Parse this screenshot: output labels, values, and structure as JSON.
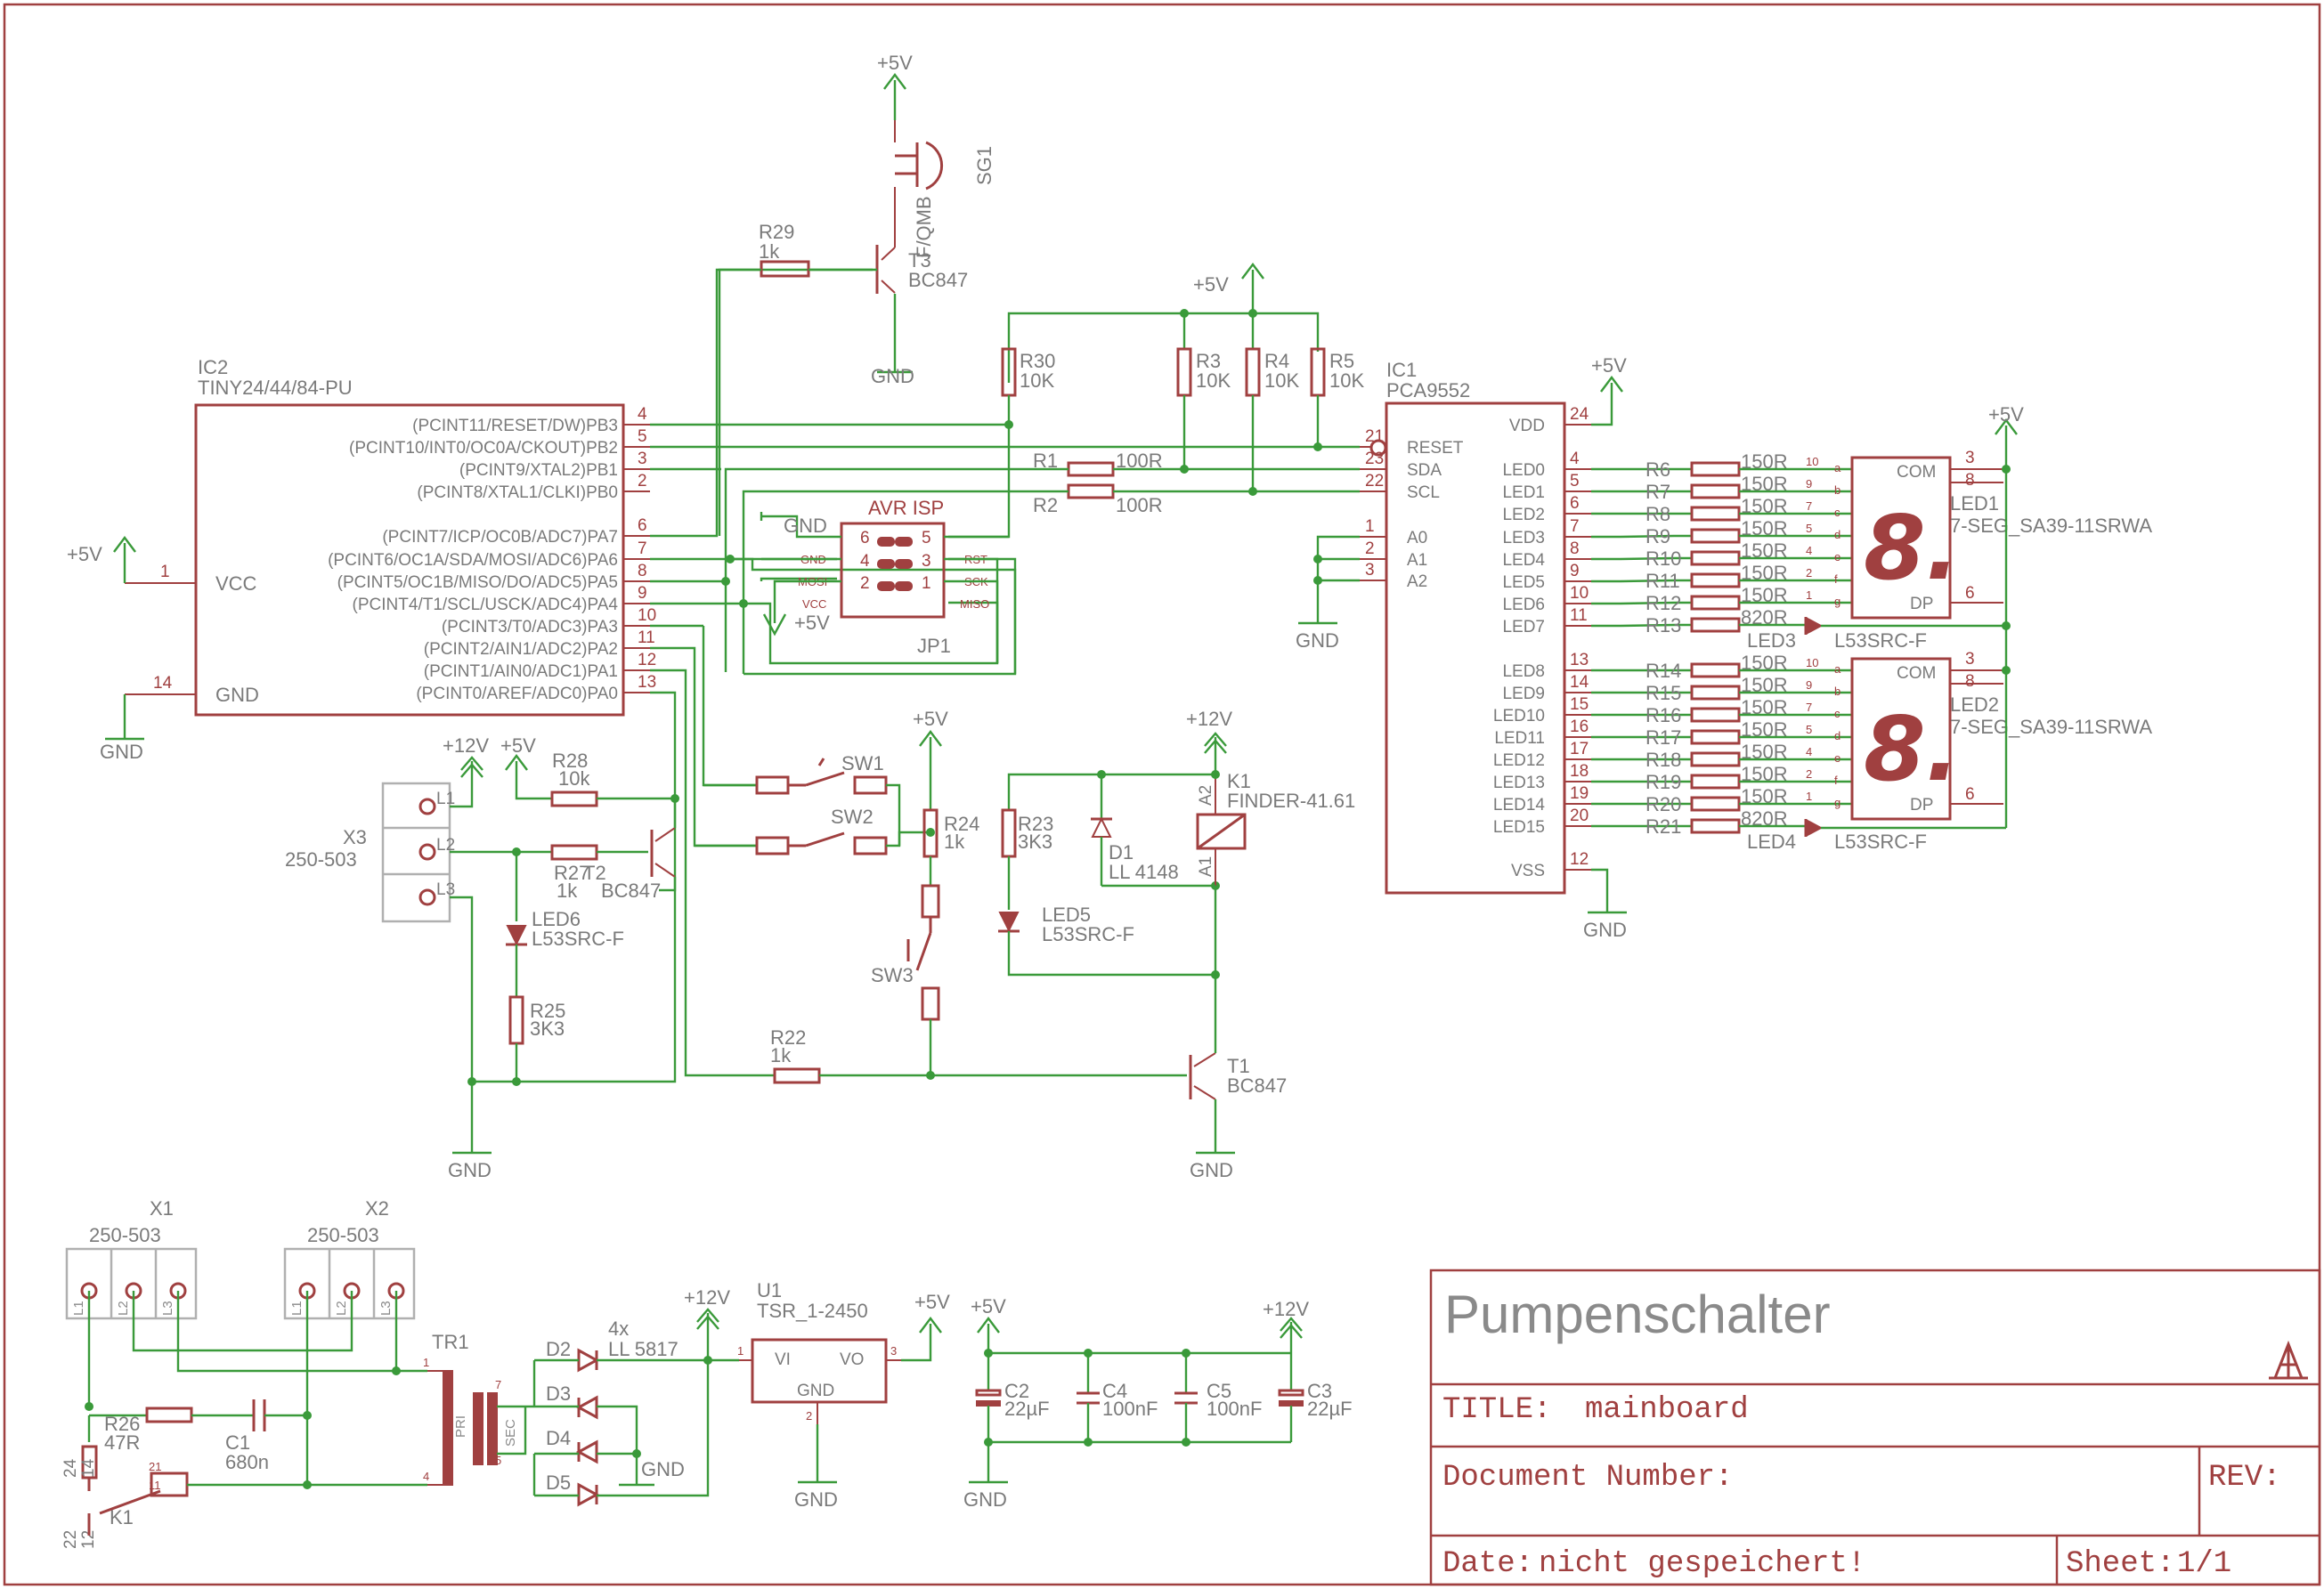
{
  "title_block": {
    "project": "Pumpenschalter",
    "title_label": "TITLE:",
    "title_value": "mainboard",
    "docnum_label": "Document Number:",
    "rev_label": "REV:",
    "date_label": "Date:",
    "date_value": "nicht gespeichert!",
    "sheet_label": "Sheet:",
    "sheet_value": "1/1"
  },
  "power": {
    "p5v": "+5V",
    "p12v": "+12V",
    "gnd": "GND"
  },
  "ic2": {
    "ref": "IC2",
    "value": "TINY24/44/84-PU",
    "pins": [
      {
        "num": "4",
        "name": "(PCINT11/RESET/DW)PB3"
      },
      {
        "num": "5",
        "name": "(PCINT10/INT0/OC0A/CKOUT)PB2"
      },
      {
        "num": "3",
        "name": "(PCINT9/XTAL2)PB1"
      },
      {
        "num": "2",
        "name": "(PCINT8/XTAL1/CLKI)PB0"
      },
      {
        "num": "6",
        "name": "(PCINT7/ICP/OC0B/ADC7)PA7"
      },
      {
        "num": "7",
        "name": "(PCINT6/OC1A/SDA/MOSI/ADC6)PA6"
      },
      {
        "num": "8",
        "name": "(PCINT5/OC1B/MISO/DO/ADC5)PA5"
      },
      {
        "num": "9",
        "name": "(PCINT4/T1/SCL/USCK/ADC4)PA4"
      },
      {
        "num": "10",
        "name": "(PCINT3/T0/ADC3)PA3"
      },
      {
        "num": "11",
        "name": "(PCINT2/AIN1/ADC2)PA2"
      },
      {
        "num": "12",
        "name": "(PCINT1/AIN0/ADC1)PA1"
      },
      {
        "num": "13",
        "name": "(PCINT0/AREF/ADC0)PA0"
      }
    ],
    "vcc": {
      "num": "1",
      "name": "VCC"
    },
    "gnd": {
      "num": "14",
      "name": "GND"
    }
  },
  "ic1": {
    "ref": "IC1",
    "value": "PCA9552",
    "left_pins": [
      {
        "num": "21",
        "name": "RESET"
      },
      {
        "num": "23",
        "name": "SDA"
      },
      {
        "num": "22",
        "name": "SCL"
      },
      {
        "num": "1",
        "name": "A0"
      },
      {
        "num": "2",
        "name": "A1"
      },
      {
        "num": "3",
        "name": "A2"
      }
    ],
    "right_pins": [
      {
        "num": "24",
        "name": "VDD"
      },
      {
        "num": "4",
        "name": "LED0"
      },
      {
        "num": "5",
        "name": "LED1"
      },
      {
        "num": "6",
        "name": "LED2"
      },
      {
        "num": "7",
        "name": "LED3"
      },
      {
        "num": "8",
        "name": "LED4"
      },
      {
        "num": "9",
        "name": "LED5"
      },
      {
        "num": "10",
        "name": "LED6"
      },
      {
        "num": "11",
        "name": "LED7"
      },
      {
        "num": "13",
        "name": "LED8"
      },
      {
        "num": "14",
        "name": "LED9"
      },
      {
        "num": "15",
        "name": "LED10"
      },
      {
        "num": "16",
        "name": "LED11"
      },
      {
        "num": "17",
        "name": "LED12"
      },
      {
        "num": "18",
        "name": "LED13"
      },
      {
        "num": "19",
        "name": "LED14"
      },
      {
        "num": "20",
        "name": "LED15"
      },
      {
        "num": "12",
        "name": "VSS"
      }
    ]
  },
  "isp": {
    "title": "AVR ISP",
    "ref": "JP1",
    "pins_left": [
      "6",
      "4",
      "2"
    ],
    "pins_right": [
      "5",
      "3",
      "1"
    ],
    "names_left": [
      "GND",
      "MOSI",
      "VCC"
    ],
    "names_right": [
      "RST",
      "SCK",
      "MISO"
    ],
    "gnd": "GND",
    "vcc": "+5V"
  },
  "resistors": {
    "r1": {
      "ref": "R1",
      "value": "100R"
    },
    "r2": {
      "ref": "R2",
      "value": "100R"
    },
    "r3": {
      "ref": "R3",
      "value": "10K"
    },
    "r4": {
      "ref": "R4",
      "value": "10K"
    },
    "r5": {
      "ref": "R5",
      "value": "10K"
    },
    "r30": {
      "ref": "R30",
      "value": "10K"
    },
    "r29": {
      "ref": "R29",
      "value": "1k"
    },
    "r28": {
      "ref": "R28",
      "value": "10k"
    },
    "r27": {
      "ref": "R27",
      "value": "1k"
    },
    "r25": {
      "ref": "R25",
      "value": "3K3"
    },
    "r24": {
      "ref": "R24",
      "value": "1k"
    },
    "r23": {
      "ref": "R23",
      "value": "3K3"
    },
    "r22": {
      "ref": "R22",
      "value": "1k"
    },
    "r26": {
      "ref": "R26",
      "value": "47R"
    }
  },
  "seg_res_1": [
    {
      "ref": "R6",
      "value": "150R",
      "pin": "10",
      "seg": "a"
    },
    {
      "ref": "R7",
      "value": "150R",
      "pin": "9",
      "seg": "b"
    },
    {
      "ref": "R8",
      "value": "150R",
      "pin": "7",
      "seg": "c"
    },
    {
      "ref": "R9",
      "value": "150R",
      "pin": "5",
      "seg": "d"
    },
    {
      "ref": "R10",
      "value": "150R",
      "pin": "4",
      "seg": "e"
    },
    {
      "ref": "R11",
      "value": "150R",
      "pin": "2",
      "seg": "f"
    },
    {
      "ref": "R12",
      "value": "150R",
      "pin": "1",
      "seg": "g"
    },
    {
      "ref": "R13",
      "value": "820R",
      "pin": "",
      "seg": ""
    }
  ],
  "seg_res_2": [
    {
      "ref": "R14",
      "value": "150R",
      "pin": "10",
      "seg": "a"
    },
    {
      "ref": "R15",
      "value": "150R",
      "pin": "9",
      "seg": "b"
    },
    {
      "ref": "R16",
      "value": "150R",
      "pin": "7",
      "seg": "c"
    },
    {
      "ref": "R17",
      "value": "150R",
      "pin": "5",
      "seg": "d"
    },
    {
      "ref": "R18",
      "value": "150R",
      "pin": "4",
      "seg": "e"
    },
    {
      "ref": "R19",
      "value": "150R",
      "pin": "2",
      "seg": "f"
    },
    {
      "ref": "R20",
      "value": "150R",
      "pin": "1",
      "seg": "g"
    },
    {
      "ref": "R21",
      "value": "820R",
      "pin": "",
      "seg": ""
    }
  ],
  "displays": [
    {
      "ref": "LED1",
      "value": "7-SEG_SA39-11SRWA",
      "com": "COM",
      "dp": "DP",
      "glyph": "8.",
      "pins": [
        "3",
        "8",
        "6"
      ]
    },
    {
      "ref": "LED2",
      "value": "7-SEG_SA39-11SRWA",
      "com": "COM",
      "dp": "DP",
      "glyph": "8.",
      "pins": [
        "3",
        "8",
        "6"
      ]
    }
  ],
  "leds": {
    "led3": {
      "ref": "LED3",
      "value": "L53SRC-F"
    },
    "led4": {
      "ref": "LED4",
      "value": "L53SRC-F"
    },
    "led5": {
      "ref": "LED5",
      "value": "L53SRC-F"
    },
    "led6": {
      "ref": "LED6",
      "value": "L53SRC-F"
    }
  },
  "transistors": {
    "t1": {
      "ref": "T1",
      "value": "BC847"
    },
    "t2": {
      "ref": "T2",
      "value": "BC847"
    },
    "t3": {
      "ref": "T3",
      "value": "BC847"
    }
  },
  "buzzer": {
    "ref": "SG1",
    "value": "F/QMB"
  },
  "switches": {
    "sw1": "SW1",
    "sw2": "SW2",
    "sw3": "SW3"
  },
  "diode_d1": {
    "ref": "D1",
    "value": "LL 4148"
  },
  "relay_k1": {
    "ref": "K1",
    "value": "FINDER-41.61",
    "a1": "A1",
    "a2": "A2"
  },
  "connectors": {
    "x1": {
      "ref": "X1",
      "value": "250-503"
    },
    "x2": {
      "ref": "X2",
      "value": "250-503"
    },
    "x3": {
      "ref": "X3",
      "value": "250-503",
      "pins": [
        "L1",
        "L2",
        "L3"
      ]
    }
  },
  "power_supply": {
    "tr1": "TR1",
    "pri": "PRI",
    "sec": "SEC",
    "bridge_note": "4x",
    "bridge_value": "LL 5817",
    "diodes": [
      "D2",
      "D3",
      "D4",
      "D5"
    ],
    "u1": {
      "ref": "U1",
      "value": "TSR_1-2450",
      "vi": "VI",
      "vo": "VO",
      "gnd": "GND",
      "pin1": "1",
      "pin2": "2",
      "pin3": "3"
    },
    "c1": {
      "ref": "C1",
      "value": "680n"
    },
    "c2": {
      "ref": "C2",
      "value": "22µF"
    },
    "c3": {
      "ref": "C3",
      "value": "22µF"
    },
    "c4": {
      "ref": "C4",
      "value": "100nF"
    },
    "c5": {
      "ref": "C5",
      "value": "100nF"
    },
    "k1": {
      "ref": "K1",
      "pins": [
        "24",
        "14",
        "21",
        "11",
        "22",
        "12"
      ]
    }
  }
}
